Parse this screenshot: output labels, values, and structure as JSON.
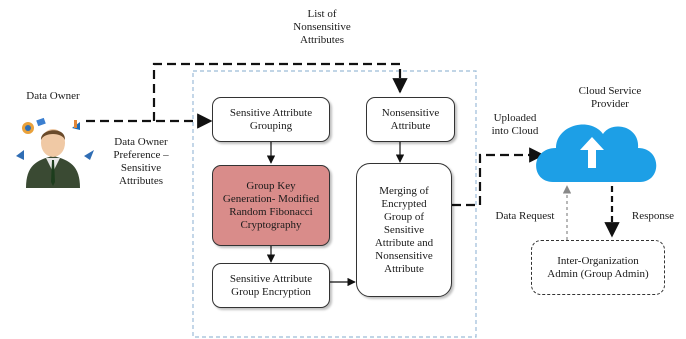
{
  "actors": {
    "data_owner": "Data Owner",
    "cloud_service_provider": "Cloud Service\nProvider"
  },
  "edge_labels": {
    "list_nonsensitive": "List of\nNonsensitive\nAttributes",
    "owner_preference": "Data Owner\nPreference –\nSensitive\nAttributes",
    "uploaded": "Uploaded\ninto Cloud",
    "data_request": "Data Request",
    "response": "Response"
  },
  "nodes": {
    "sensitive_grouping": "Sensitive Attribute\nGrouping",
    "nonsensitive": "Nonsensitive\nAttribute",
    "group_key": "Group Key\nGeneration- Modified\nRandom Fibonacci\nCryptography",
    "merging": "Merging of\nEncrypted\nGroup of\nSensitive\nAttribute and\nNonsensitive\nAttribute",
    "group_encryption": "Sensitive Attribute\nGroup Encryption",
    "inter_org_admin": "Inter-Organization\nAdmin (Group Admin)"
  },
  "colors": {
    "highlight_box": "#d98c8a",
    "cloud": "#1d9fe6",
    "dashed_boundary": "#9cbcd8",
    "arrow": "#111111"
  }
}
